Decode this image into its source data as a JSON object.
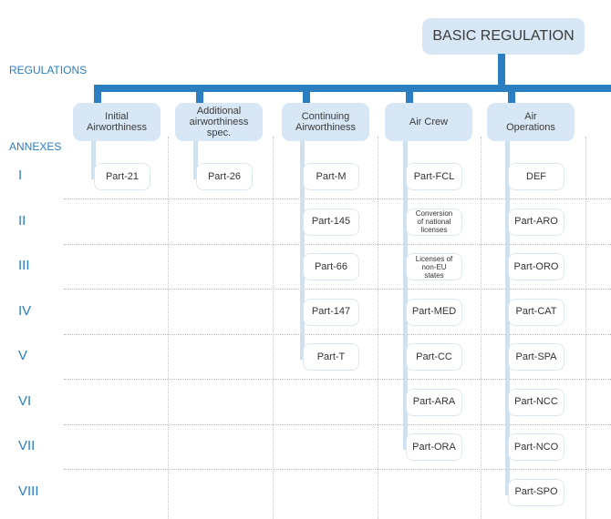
{
  "basic_regulation": "BASIC REGULATION",
  "labels": {
    "regulations": "REGULATIONS",
    "annexes": "ANNEXES"
  },
  "annexes": [
    "I",
    "II",
    "III",
    "IV",
    "V",
    "VI",
    "VII",
    "VIII"
  ],
  "columns": [
    {
      "title": "Initial\nAirworthiness",
      "parts": [
        "Part-21"
      ]
    },
    {
      "title": "Additional\nairworthiness\nspec.",
      "parts": [
        "Part-26"
      ]
    },
    {
      "title": "Continuing\nAirworthiness",
      "parts": [
        "Part-M",
        "Part-145",
        "Part-66",
        "Part-147",
        "Part-T"
      ]
    },
    {
      "title": "Air Crew",
      "parts": [
        "Part-FCL",
        "Conversion\nof national\nlicenses",
        "Licenses of\nnon-EU\nstates",
        "Part-MED",
        "Part-CC",
        "Part-ARA",
        "Part-ORA"
      ]
    },
    {
      "title": "Air\nOperations",
      "parts": [
        "DEF",
        "Part-ARO",
        "Part-ORO",
        "Part-CAT",
        "Part-SPA",
        "Part-NCC",
        "Part-NCO",
        "Part-SPO"
      ]
    }
  ],
  "colors": {
    "accent": "#2b7fc0",
    "box_fill": "#d7e7f6",
    "part_border": "#dbe8f3"
  }
}
